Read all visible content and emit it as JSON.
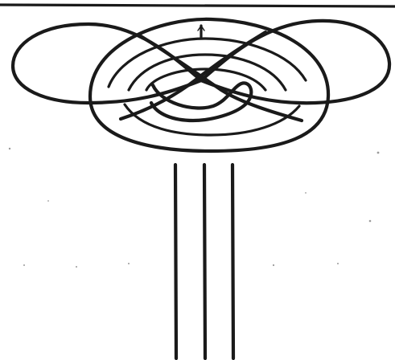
{
  "figure": {
    "ink_color": "#1a1a1a",
    "paper_color": "#ffffff",
    "components": [
      "top-border-line",
      "left-lobe-loop",
      "right-lobe-loop",
      "outer-torus-ring",
      "inner-crossing-strands",
      "vertical-strands"
    ],
    "vertical_strand_count": 3
  }
}
